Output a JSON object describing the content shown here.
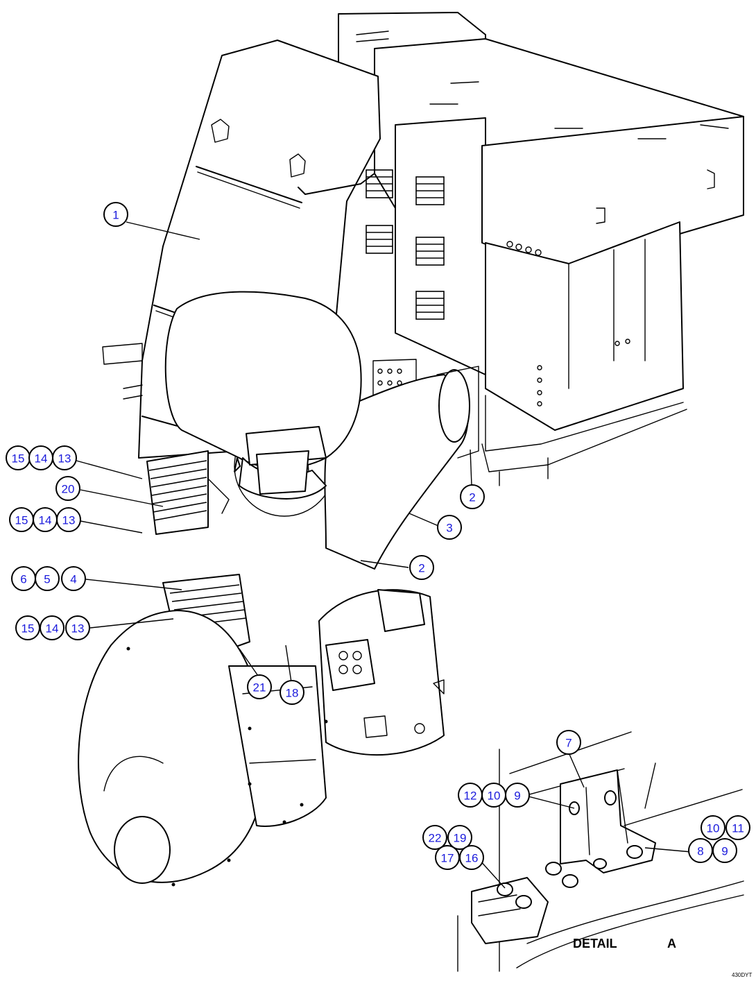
{
  "callouts": [
    {
      "id": "c1",
      "label": "1"
    },
    {
      "id": "c2a",
      "label": "2"
    },
    {
      "id": "c2b",
      "label": "2"
    },
    {
      "id": "c3",
      "label": "3"
    },
    {
      "id": "c15a",
      "label": "15"
    },
    {
      "id": "c14a",
      "label": "14"
    },
    {
      "id": "c13a",
      "label": "13"
    },
    {
      "id": "c20",
      "label": "20"
    },
    {
      "id": "c15b",
      "label": "15"
    },
    {
      "id": "c14b",
      "label": "14"
    },
    {
      "id": "c13b",
      "label": "13"
    },
    {
      "id": "c6",
      "label": "6"
    },
    {
      "id": "c5",
      "label": "5"
    },
    {
      "id": "c4",
      "label": "4"
    },
    {
      "id": "c15c",
      "label": "15"
    },
    {
      "id": "c14c",
      "label": "14"
    },
    {
      "id": "c13c",
      "label": "13"
    },
    {
      "id": "c21",
      "label": "21"
    },
    {
      "id": "c18",
      "label": "18"
    },
    {
      "id": "c7",
      "label": "7"
    },
    {
      "id": "c12",
      "label": "12"
    },
    {
      "id": "c10a",
      "label": "10"
    },
    {
      "id": "c9a",
      "label": "9"
    },
    {
      "id": "c22",
      "label": "22"
    },
    {
      "id": "c19",
      "label": "19"
    },
    {
      "id": "c17",
      "label": "17"
    },
    {
      "id": "c16",
      "label": "16"
    },
    {
      "id": "c10b",
      "label": "10"
    },
    {
      "id": "c11",
      "label": "11"
    },
    {
      "id": "c8",
      "label": "8"
    },
    {
      "id": "c9b",
      "label": "9"
    }
  ],
  "detail_marker": "A",
  "detail_caption_word": "DETAIL",
  "detail_caption_letter": "A",
  "drawing_code": "430DYT"
}
